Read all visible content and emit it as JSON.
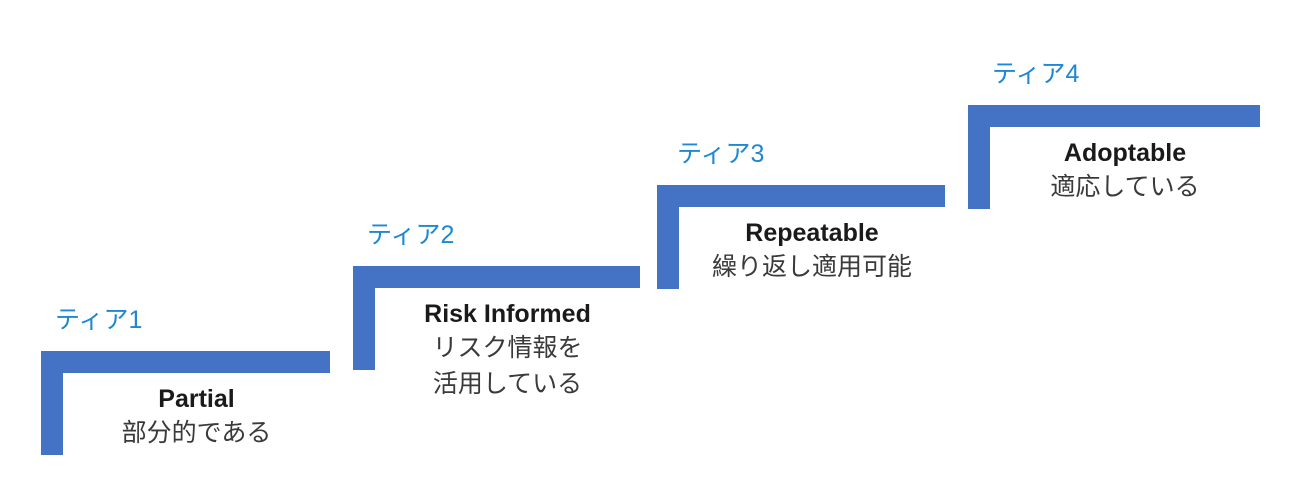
{
  "diagram": {
    "type": "staircase-maturity-tiers",
    "background_color": "#FFFFFF",
    "bar_color": "#4472C4",
    "tier_label_color": "#1E88D2",
    "title_color": "#1A1A1A",
    "description_color": "#3A3A3A",
    "tiers": [
      {
        "label": "ティア1",
        "title": "Partial",
        "description_lines": [
          "部分的である"
        ]
      },
      {
        "label": "ティア2",
        "title": "Risk Informed",
        "description_lines": [
          "リスク情報を",
          "活用している"
        ]
      },
      {
        "label": "ティア3",
        "title": "Repeatable",
        "description_lines": [
          "繰り返し適用可能"
        ]
      },
      {
        "label": "ティア4",
        "title": "Adoptable",
        "description_lines": [
          "適応している"
        ]
      }
    ]
  }
}
